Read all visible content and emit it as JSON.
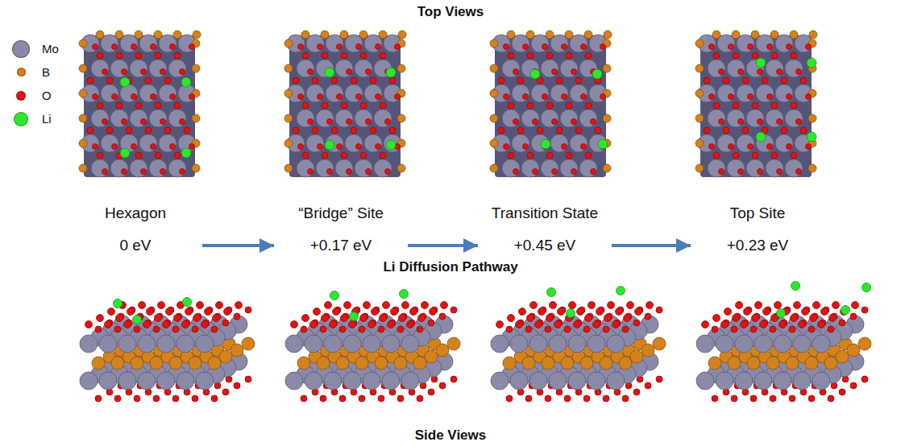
{
  "diagram": {
    "title": "Top Views",
    "nodes": [
      {
        "text": [
          "Hexagon",
          "0 eV"
        ]
      },
      {
        "text": [
          "“Bridge” Site",
          "+0.17 eV"
        ]
      },
      {
        "text": [
          "Transition State",
          "+0.45 eV"
        ]
      },
      {
        "text": [
          "Top Site",
          "+0.23 eV"
        ]
      }
    ],
    "edges": [
      {
        "from": 0,
        "to": 1,
        "arrow": "to"
      },
      {
        "from": 1,
        "to": 2,
        "arrow": "to"
      },
      {
        "from": 2,
        "to": 3,
        "arrow": "to"
      }
    ],
    "labels": [
      "Li Diffusion Pathway",
      "Side Views"
    ],
    "legend": [
      {
        "text": "Mo",
        "color": "#8a8aa8"
      },
      {
        "text": "B",
        "color": "#d4821c"
      },
      {
        "text": "O",
        "color": "#e01414"
      },
      {
        "text": "Li",
        "color": "#2ee62e"
      }
    ]
  }
}
